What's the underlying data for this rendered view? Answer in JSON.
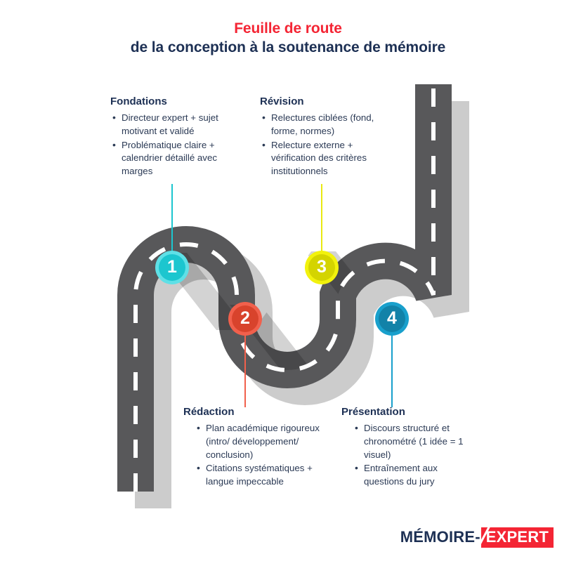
{
  "title": {
    "line1": "Feuille de route",
    "line2": "de la conception à la soutenance de mémoire"
  },
  "colors": {
    "title_red": "#f42534",
    "title_navy": "#1d3054",
    "road": "#58585a",
    "road_shadow": "#cccccc",
    "road_dash": "#ffffff",
    "step1": "#1cc6cf",
    "step1_ring": "#5fe0e6",
    "step2": "#d8432c",
    "step2_ring": "#f1604c",
    "step3": "#d4d400",
    "step3_ring": "#f2f20d",
    "step4": "#1282a8",
    "step4_ring": "#19a0cc",
    "background": "#ffffff"
  },
  "steps": [
    {
      "number": "1",
      "title": "Fondations",
      "color": "#1cc6cf",
      "ring": "#5fe0e6",
      "items": [
        "Directeur expert + sujet motivant et validé",
        "Problématique claire + calendrier détaillé avec marges"
      ]
    },
    {
      "number": "2",
      "title": "Rédaction",
      "color": "#d8432c",
      "ring": "#f1604c",
      "items": [
        "Plan académique rigoureux (intro/ développement/ conclusion)",
        "Citations systématiques + langue impeccable"
      ]
    },
    {
      "number": "3",
      "title": "Révision",
      "color": "#d4d400",
      "ring": "#f2f20d",
      "items": [
        "Relectures ciblées (fond, forme, normes)",
        "Relecture externe + vérification des critères institutionnels"
      ]
    },
    {
      "number": "4",
      "title": "Présentation",
      "color": "#1282a8",
      "ring": "#19a0cc",
      "items": [
        "Discours structuré et chronométré (1 idée = 1 visuel)",
        "Entraînement aux questions du jury"
      ]
    }
  ],
  "logo": {
    "left": "MÉMOIRE-",
    "right": "EXPERT"
  }
}
